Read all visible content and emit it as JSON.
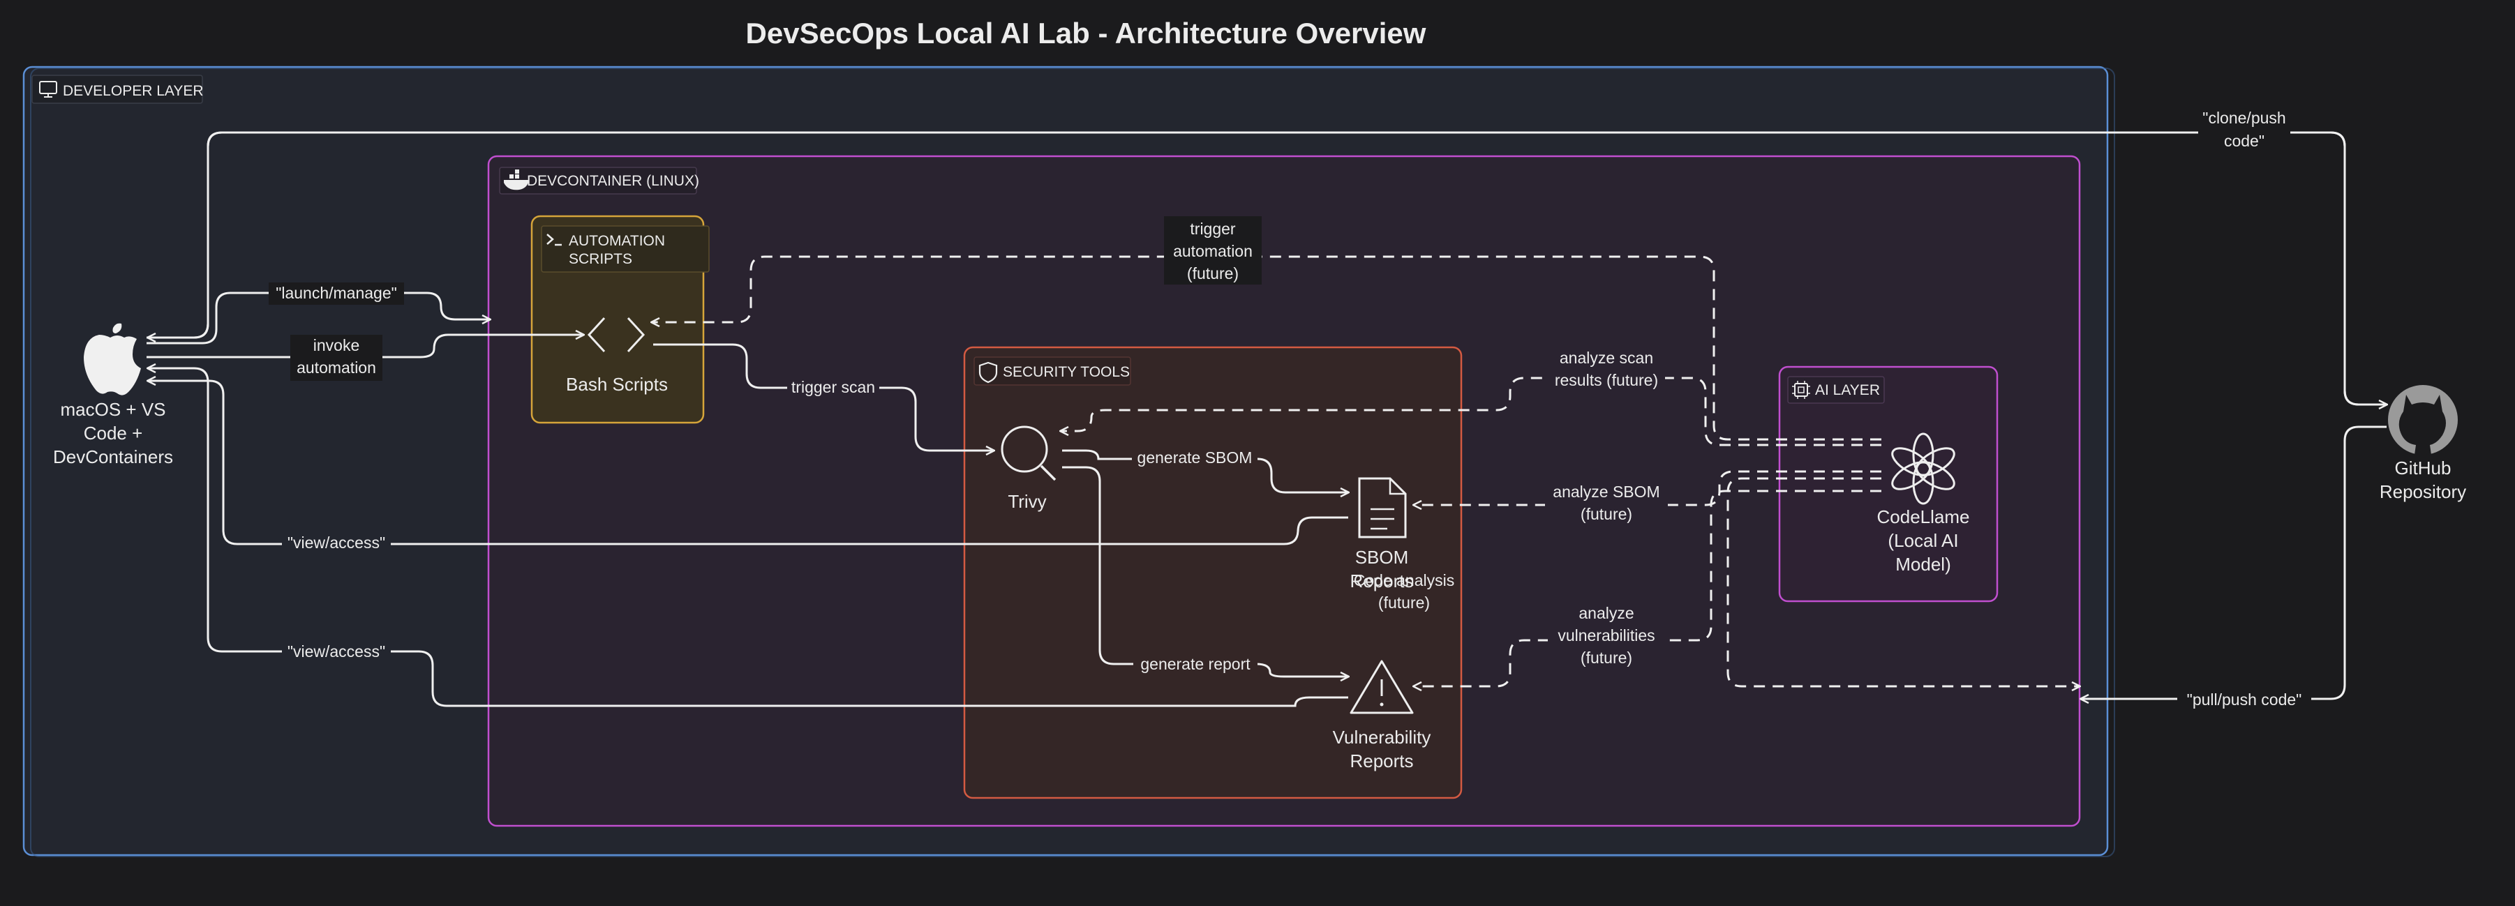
{
  "title": "DevSecOps Local AI Lab - Architecture Overview",
  "groups": {
    "developer": "DEVELOPER LAYER",
    "devcontainer": "DEVCONTAINER (LINUX)",
    "automation": [
      "AUTOMATION",
      "SCRIPTS"
    ],
    "security": "SECURITY TOOLS",
    "ai": "AI LAYER"
  },
  "nodes": {
    "mac": [
      "macOS + VS",
      "Code +",
      "DevContainers"
    ],
    "bash": [
      "Bash Scripts"
    ],
    "trivy": [
      "Trivy"
    ],
    "sbom": [
      "SBOM",
      "Reports"
    ],
    "vuln": [
      "Vulnerability",
      "Reports"
    ],
    "codellama": [
      "CodeLlame",
      "(Local AI",
      "Model)"
    ],
    "github": [
      "GitHub",
      "Repository"
    ]
  },
  "edges": {
    "clone_push": [
      "\"clone/push",
      "code\""
    ],
    "launch_manage": [
      "\"launch/manage\""
    ],
    "invoke_automation": [
      "invoke",
      "automation"
    ],
    "trigger_automation": [
      "trigger",
      "automation",
      "(future)"
    ],
    "trigger_scan": [
      "trigger scan"
    ],
    "analyze_scan": [
      "analyze scan",
      "results (future)"
    ],
    "generate_sbom": [
      "generate SBOM"
    ],
    "analyze_sbom": [
      "analyze SBOM",
      "(future)"
    ],
    "view_access_1": [
      "\"view/access\""
    ],
    "code_analysis": [
      "Code analysis",
      "(future)"
    ],
    "view_access_2": [
      "\"view/access\""
    ],
    "generate_report": [
      "generate report"
    ],
    "analyze_vuln": [
      "analyze",
      "vulnerabilities",
      "(future)"
    ],
    "pull_push": [
      "\"pull/push code\""
    ]
  },
  "colors": {
    "background": "#1b1b1d",
    "developer_border": "#5b8fd6",
    "devcontainer_border": "#c04fcf",
    "automation_border": "#d6a53a",
    "security_border": "#d45a42",
    "ai_border": "#c04fcf"
  },
  "icons": {
    "developer": "monitor-icon",
    "devcontainer": "docker-icon",
    "automation": "terminal-icon",
    "security": "shield-icon",
    "ai": "cpu-icon",
    "mac": "apple-icon",
    "bash": "code-brackets-icon",
    "trivy": "magnifier-icon",
    "sbom": "document-icon",
    "vuln": "warning-triangle-icon",
    "codellama": "openai-knot-icon",
    "github": "github-octocat-icon"
  }
}
